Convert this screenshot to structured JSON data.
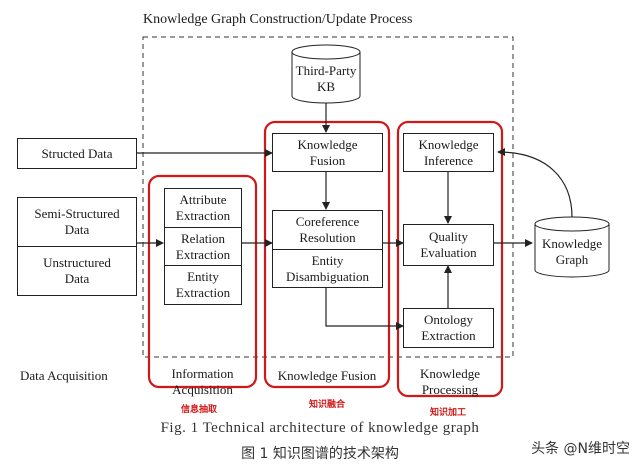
{
  "diagram": {
    "title": "Knowledge Graph Construction/Update Process",
    "third_party_kb": [
      "Third-Party",
      "KB"
    ],
    "structed_data": "Structed Data",
    "semi_structured_data": [
      "Semi-Structured",
      "Data"
    ],
    "unstructured_data": [
      "Unstructured",
      "Data"
    ],
    "attribute_extraction": [
      "Attribute",
      "Extraction"
    ],
    "relation_extraction": [
      "Relation",
      "Extraction"
    ],
    "entity_extraction": [
      "Entity",
      "Extraction"
    ],
    "knowledge_fusion_box": [
      "Knowledge",
      "Fusion"
    ],
    "coreference_resolution": [
      "Coreference",
      "Resolution"
    ],
    "entity_disambiguation": [
      "Entity",
      "Disambiguation"
    ],
    "knowledge_inference": [
      "Knowledge",
      "Inference"
    ],
    "quality_evaluation": [
      "Quality",
      "Evaluation"
    ],
    "ontology_extraction": [
      "Ontology",
      "Extraction"
    ],
    "knowledge_graph": [
      "Knowledge",
      "Graph"
    ],
    "stage_labels": {
      "data_acquisition": "Data Acquisition",
      "information_acquisition": [
        "Information",
        "Acquisition"
      ],
      "knowledge_fusion": "Knowledge Fusion",
      "knowledge_processing": [
        "Knowledge",
        "Processing"
      ]
    },
    "red_labels": {
      "information_extraction_zh": "信息抽取",
      "knowledge_fusion_zh": "知识融合",
      "knowledge_processing_zh": "知识加工"
    },
    "highlight_color": "#d11818"
  },
  "caption": {
    "english": "Fig. 1   Technical architecture of knowledge graph",
    "chinese": "图 1   知识图谱的技术架构"
  },
  "watermark": "头条 @N维时空"
}
